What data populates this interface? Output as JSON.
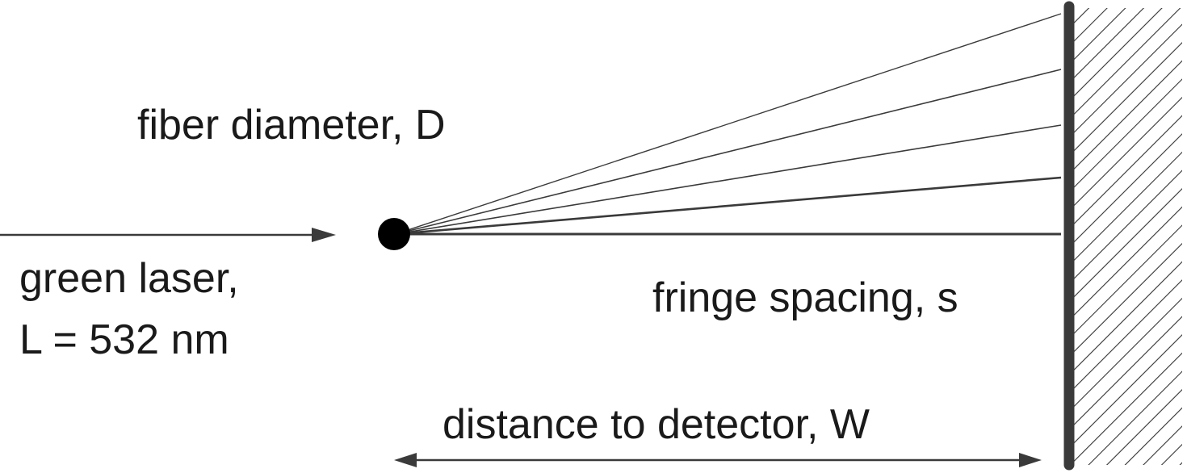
{
  "labels": {
    "fiber": "fiber diameter, D",
    "laser_line1": "green laser,",
    "laser_line2": "L = 532 nm",
    "fringe": "fringe spacing, s",
    "distance": "distance to detector, W"
  },
  "colors": {
    "ink": "#1a1a1a",
    "detector": "#3a3a3a",
    "hatch": "#333333",
    "background": "#ffffff"
  }
}
